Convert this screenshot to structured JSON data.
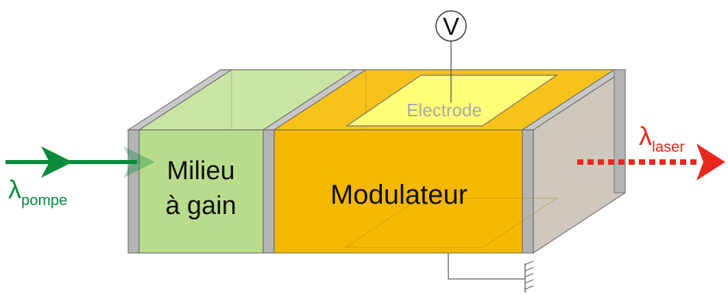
{
  "labels": {
    "voltage": "V",
    "electrode": "Electrode",
    "gain_line1": "Milieu",
    "gain_line2": "à gain",
    "modulator": "Modulateur",
    "lambda": "λ",
    "pump_sub": "pompe",
    "laser_sub": "laser"
  },
  "colors": {
    "pump_arrow": "#0a8c3c",
    "laser_arrow": "#e8281e",
    "gain_medium": "#b9dc8c",
    "modulator": "#f5b800",
    "electrode": "#ffff78",
    "mirror": "#b4b4b4"
  }
}
